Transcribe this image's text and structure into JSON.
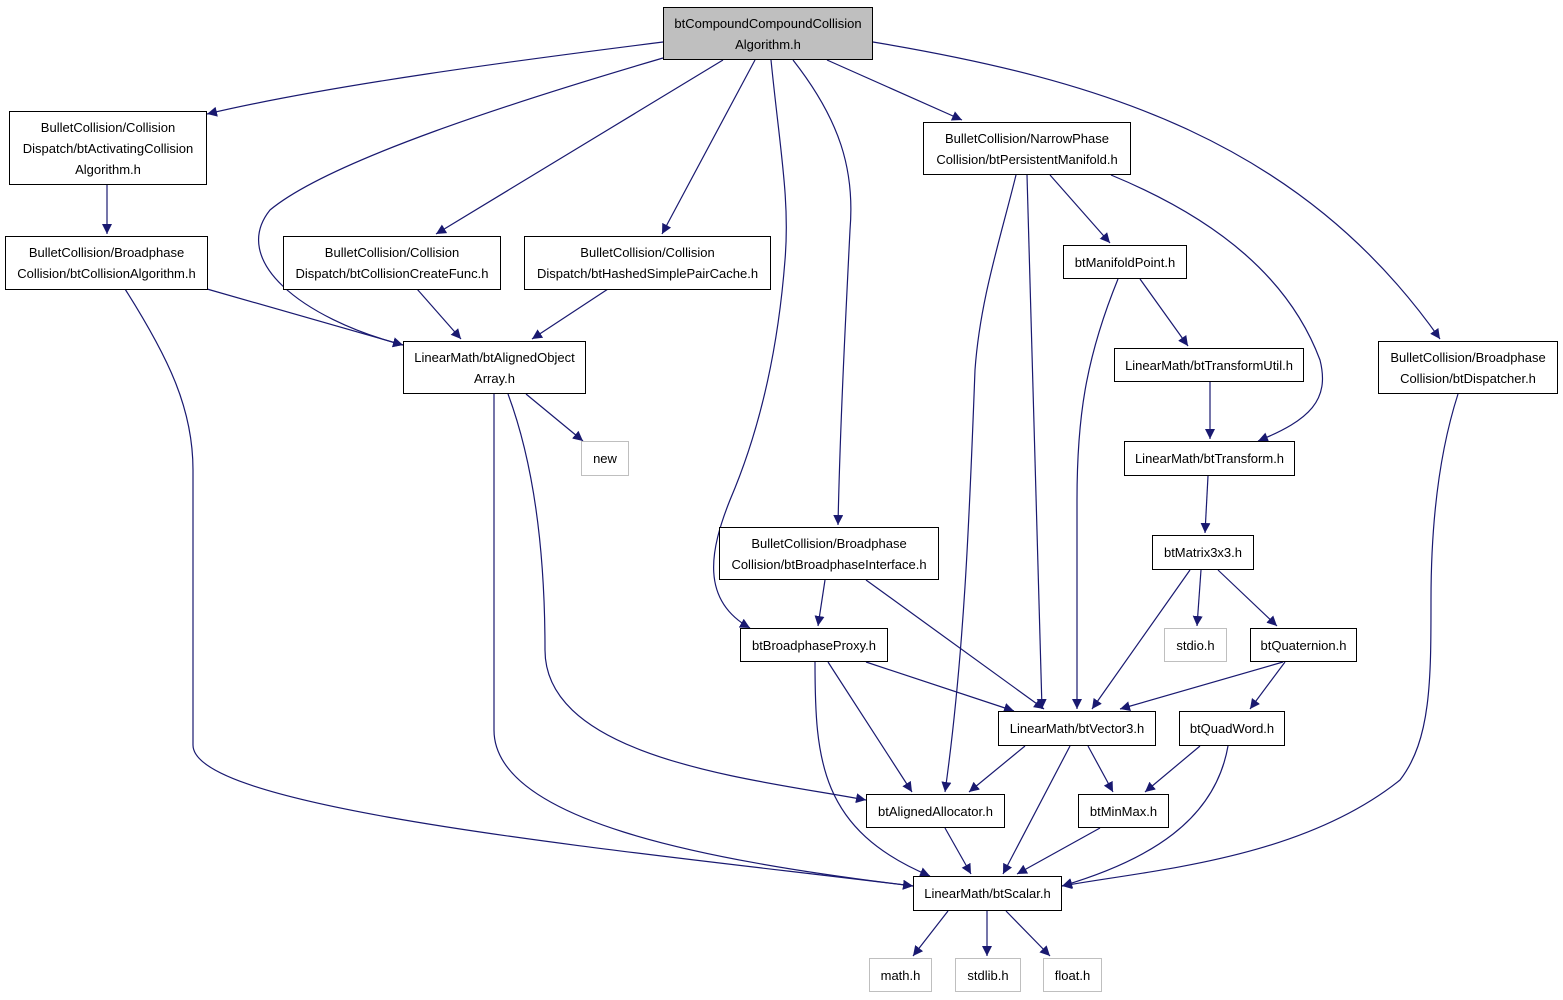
{
  "colors": {
    "edge": "#191970",
    "node_border": "#000000",
    "external_border": "#bfbfbf",
    "root_fill": "#bfbfbf",
    "node_fill": "#ffffff"
  },
  "nodes": [
    {
      "id": "root",
      "lines": [
        "btCompoundCompoundCollision",
        "Algorithm.h"
      ],
      "kind": "root"
    },
    {
      "id": "activating",
      "lines": [
        "BulletCollision/Collision",
        "Dispatch/btActivatingCollision",
        "Algorithm.h"
      ],
      "kind": "normal"
    },
    {
      "id": "collalgo",
      "lines": [
        "BulletCollision/Broadphase",
        "Collision/btCollisionAlgorithm.h"
      ],
      "kind": "normal"
    },
    {
      "id": "createfunc",
      "lines": [
        "BulletCollision/Collision",
        "Dispatch/btCollisionCreateFunc.h"
      ],
      "kind": "normal"
    },
    {
      "id": "hashed",
      "lines": [
        "BulletCollision/Collision",
        "Dispatch/btHashedSimplePairCache.h"
      ],
      "kind": "normal"
    },
    {
      "id": "alignedarray",
      "lines": [
        "LinearMath/btAlignedObject",
        "Array.h"
      ],
      "kind": "normal"
    },
    {
      "id": "new",
      "lines": [
        "new"
      ],
      "kind": "external"
    },
    {
      "id": "manifold",
      "lines": [
        "BulletCollision/NarrowPhase",
        "Collision/btPersistentManifold.h"
      ],
      "kind": "normal"
    },
    {
      "id": "manifoldpoint",
      "lines": [
        "btManifoldPoint.h"
      ],
      "kind": "normal"
    },
    {
      "id": "transformutil",
      "lines": [
        "LinearMath/btTransformUtil.h"
      ],
      "kind": "normal"
    },
    {
      "id": "transform",
      "lines": [
        "LinearMath/btTransform.h"
      ],
      "kind": "normal"
    },
    {
      "id": "dispatcher",
      "lines": [
        "BulletCollision/Broadphase",
        "Collision/btDispatcher.h"
      ],
      "kind": "normal"
    },
    {
      "id": "bpinterface",
      "lines": [
        "BulletCollision/Broadphase",
        "Collision/btBroadphaseInterface.h"
      ],
      "kind": "normal"
    },
    {
      "id": "matrix",
      "lines": [
        "btMatrix3x3.h"
      ],
      "kind": "normal"
    },
    {
      "id": "bpproxy",
      "lines": [
        "btBroadphaseProxy.h"
      ],
      "kind": "normal"
    },
    {
      "id": "stdio",
      "lines": [
        "stdio.h"
      ],
      "kind": "external"
    },
    {
      "id": "quaternion",
      "lines": [
        "btQuaternion.h"
      ],
      "kind": "normal"
    },
    {
      "id": "vector3",
      "lines": [
        "LinearMath/btVector3.h"
      ],
      "kind": "normal"
    },
    {
      "id": "quadword",
      "lines": [
        "btQuadWord.h"
      ],
      "kind": "normal"
    },
    {
      "id": "allocator",
      "lines": [
        "btAlignedAllocator.h"
      ],
      "kind": "normal"
    },
    {
      "id": "minmax",
      "lines": [
        "btMinMax.h"
      ],
      "kind": "normal"
    },
    {
      "id": "scalar",
      "lines": [
        "LinearMath/btScalar.h"
      ],
      "kind": "normal"
    },
    {
      "id": "math",
      "lines": [
        "math.h"
      ],
      "kind": "external"
    },
    {
      "id": "stdlib",
      "lines": [
        "stdlib.h"
      ],
      "kind": "external"
    },
    {
      "id": "float",
      "lines": [
        "float.h"
      ],
      "kind": "external"
    }
  ],
  "edges": [
    [
      "root",
      "activating"
    ],
    [
      "root",
      "alignedarray"
    ],
    [
      "root",
      "createfunc"
    ],
    [
      "root",
      "hashed"
    ],
    [
      "root",
      "bpproxy"
    ],
    [
      "root",
      "bpinterface"
    ],
    [
      "root",
      "manifold"
    ],
    [
      "root",
      "dispatcher"
    ],
    [
      "activating",
      "collalgo"
    ],
    [
      "collalgo",
      "alignedarray"
    ],
    [
      "collalgo",
      "scalar"
    ],
    [
      "createfunc",
      "alignedarray"
    ],
    [
      "hashed",
      "alignedarray"
    ],
    [
      "alignedarray",
      "new"
    ],
    [
      "alignedarray",
      "allocator"
    ],
    [
      "alignedarray",
      "scalar"
    ],
    [
      "manifold",
      "allocator"
    ],
    [
      "manifold",
      "vector3"
    ],
    [
      "manifold",
      "manifoldpoint"
    ],
    [
      "manifold",
      "transform"
    ],
    [
      "manifoldpoint",
      "vector3"
    ],
    [
      "manifoldpoint",
      "transformutil"
    ],
    [
      "transformutil",
      "transform"
    ],
    [
      "transform",
      "matrix"
    ],
    [
      "matrix",
      "vector3"
    ],
    [
      "matrix",
      "stdio"
    ],
    [
      "matrix",
      "quaternion"
    ],
    [
      "quaternion",
      "vector3"
    ],
    [
      "quaternion",
      "quadword"
    ],
    [
      "quadword",
      "minmax"
    ],
    [
      "quadword",
      "scalar"
    ],
    [
      "bpinterface",
      "bpproxy"
    ],
    [
      "bpinterface",
      "vector3"
    ],
    [
      "bpproxy",
      "vector3"
    ],
    [
      "bpproxy",
      "allocator"
    ],
    [
      "bpproxy",
      "scalar"
    ],
    [
      "vector3",
      "allocator"
    ],
    [
      "vector3",
      "minmax"
    ],
    [
      "vector3",
      "scalar"
    ],
    [
      "allocator",
      "scalar"
    ],
    [
      "minmax",
      "scalar"
    ],
    [
      "dispatcher",
      "scalar"
    ],
    [
      "scalar",
      "math"
    ],
    [
      "scalar",
      "stdlib"
    ],
    [
      "scalar",
      "float"
    ]
  ]
}
